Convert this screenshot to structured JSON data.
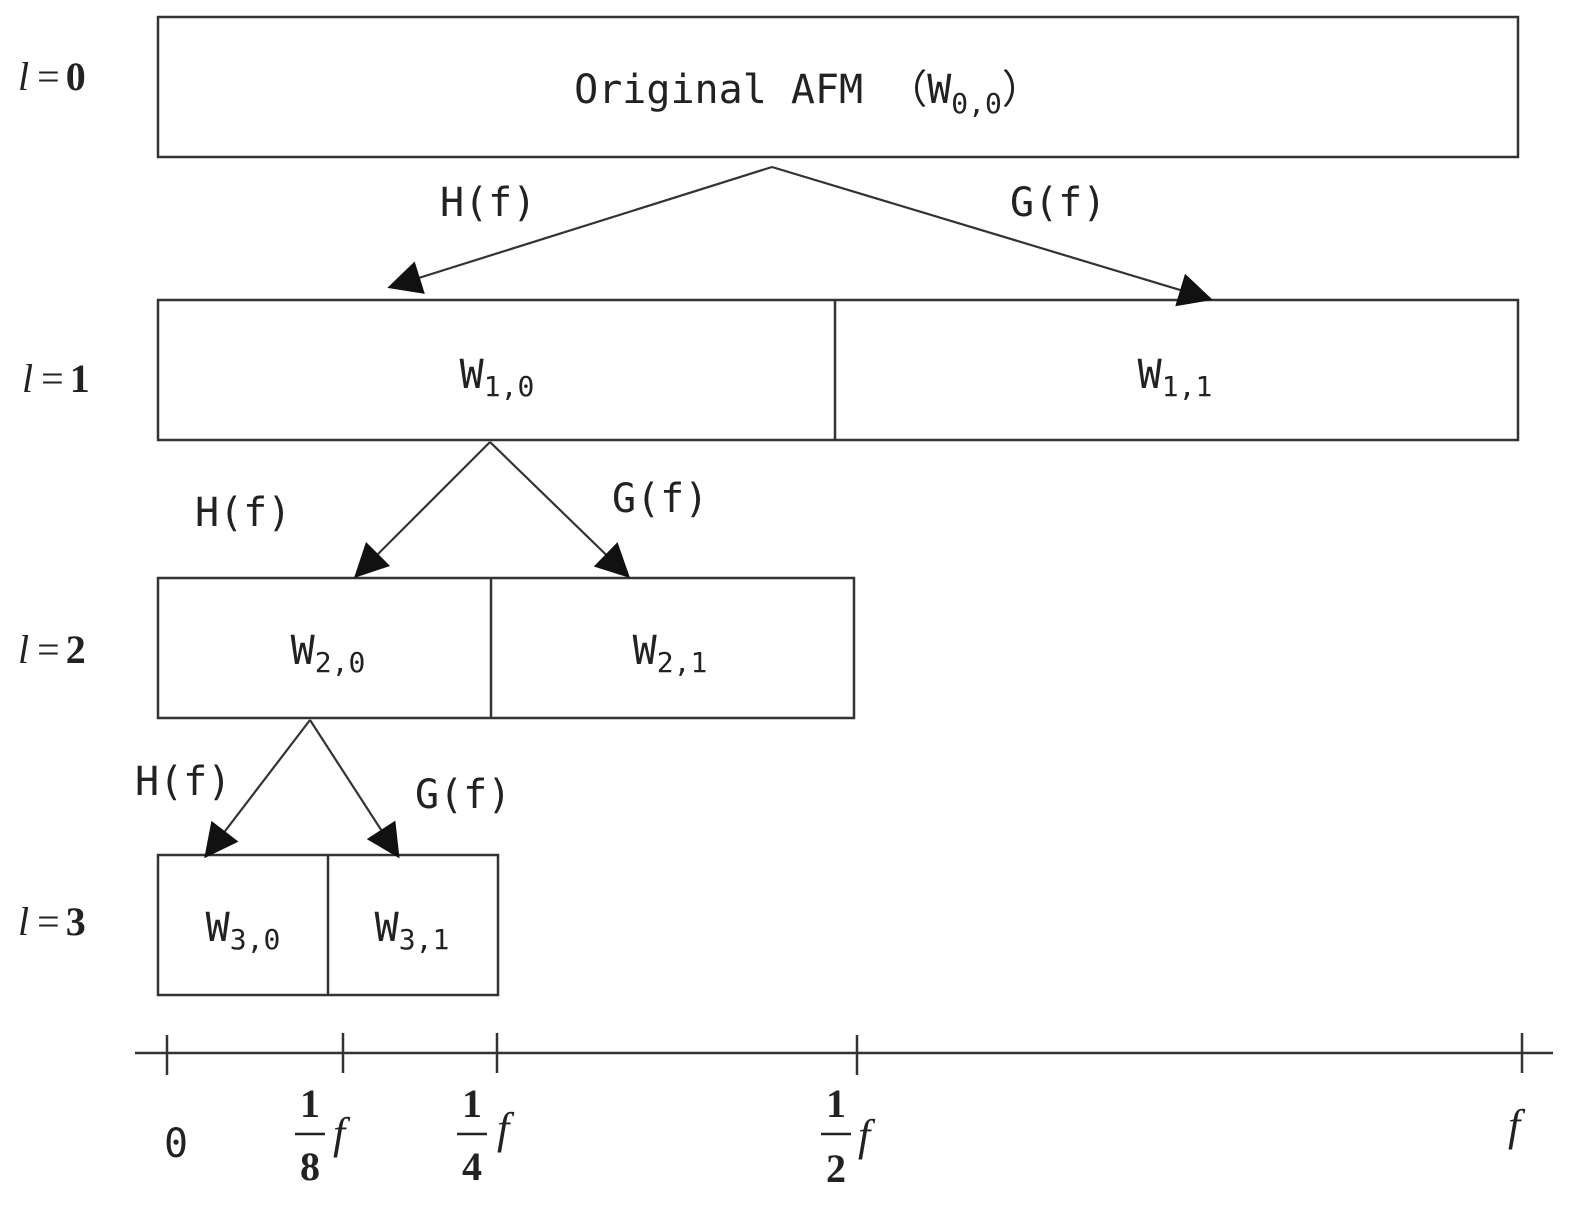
{
  "levels": [
    {
      "var": "l",
      "eq": "=",
      "num": "0"
    },
    {
      "var": "l",
      "eq": "=",
      "num": "1"
    },
    {
      "var": "l",
      "eq": "=",
      "num": "2"
    },
    {
      "var": "l",
      "eq": "=",
      "num": "3"
    }
  ],
  "root": {
    "text": "Original AFM （W",
    "sub": "0,0",
    "close": "）"
  },
  "nodes": [
    {
      "main": "W",
      "sub": "1,0"
    },
    {
      "main": "W",
      "sub": "1,1"
    },
    {
      "main": "W",
      "sub": "2,0"
    },
    {
      "main": "W",
      "sub": "2,1"
    },
    {
      "main": "W",
      "sub": "3,0"
    },
    {
      "main": "W",
      "sub": "3,1"
    }
  ],
  "filters": {
    "low": "H(f)",
    "high": "G(f)"
  },
  "axis": {
    "zero": "0",
    "f": "f",
    "ticks": [
      {
        "num": "1",
        "den": "8"
      },
      {
        "num": "1",
        "den": "4"
      },
      {
        "num": "1",
        "den": "2"
      }
    ]
  }
}
